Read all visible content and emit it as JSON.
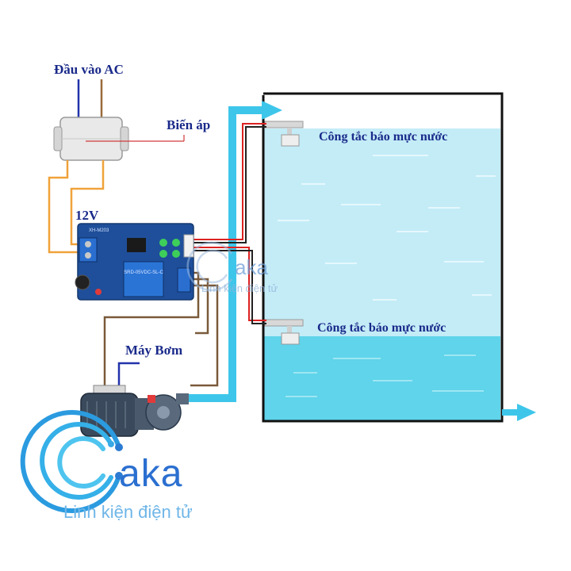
{
  "labels": {
    "ac_input": "Đầu vào AC",
    "transformer": "Biến áp",
    "voltage": "12V",
    "pump": "Máy Bơm",
    "switch_top": "Công tắc báo mực nước",
    "switch_bottom": "Công tắc báo mực nước"
  },
  "module_silk": "XH-M203",
  "relay_text": "SRD-05VDC-SL-C",
  "brand": {
    "logo_text": "aka",
    "tagline": "Linh kiện điện tử"
  },
  "colors": {
    "water": "#b9e9f5",
    "water_deep": "#5fd3ea",
    "pipe": "#3ec6ea",
    "wire_ac": "#2233aa",
    "wire_12v": "#f0a23a",
    "wire_pump": "#7a5a3a",
    "wire_red": "#dd2222",
    "label": "#1a2a8a",
    "pcb": "#1f4f9a",
    "brand_blue": "#2b7bd3"
  }
}
